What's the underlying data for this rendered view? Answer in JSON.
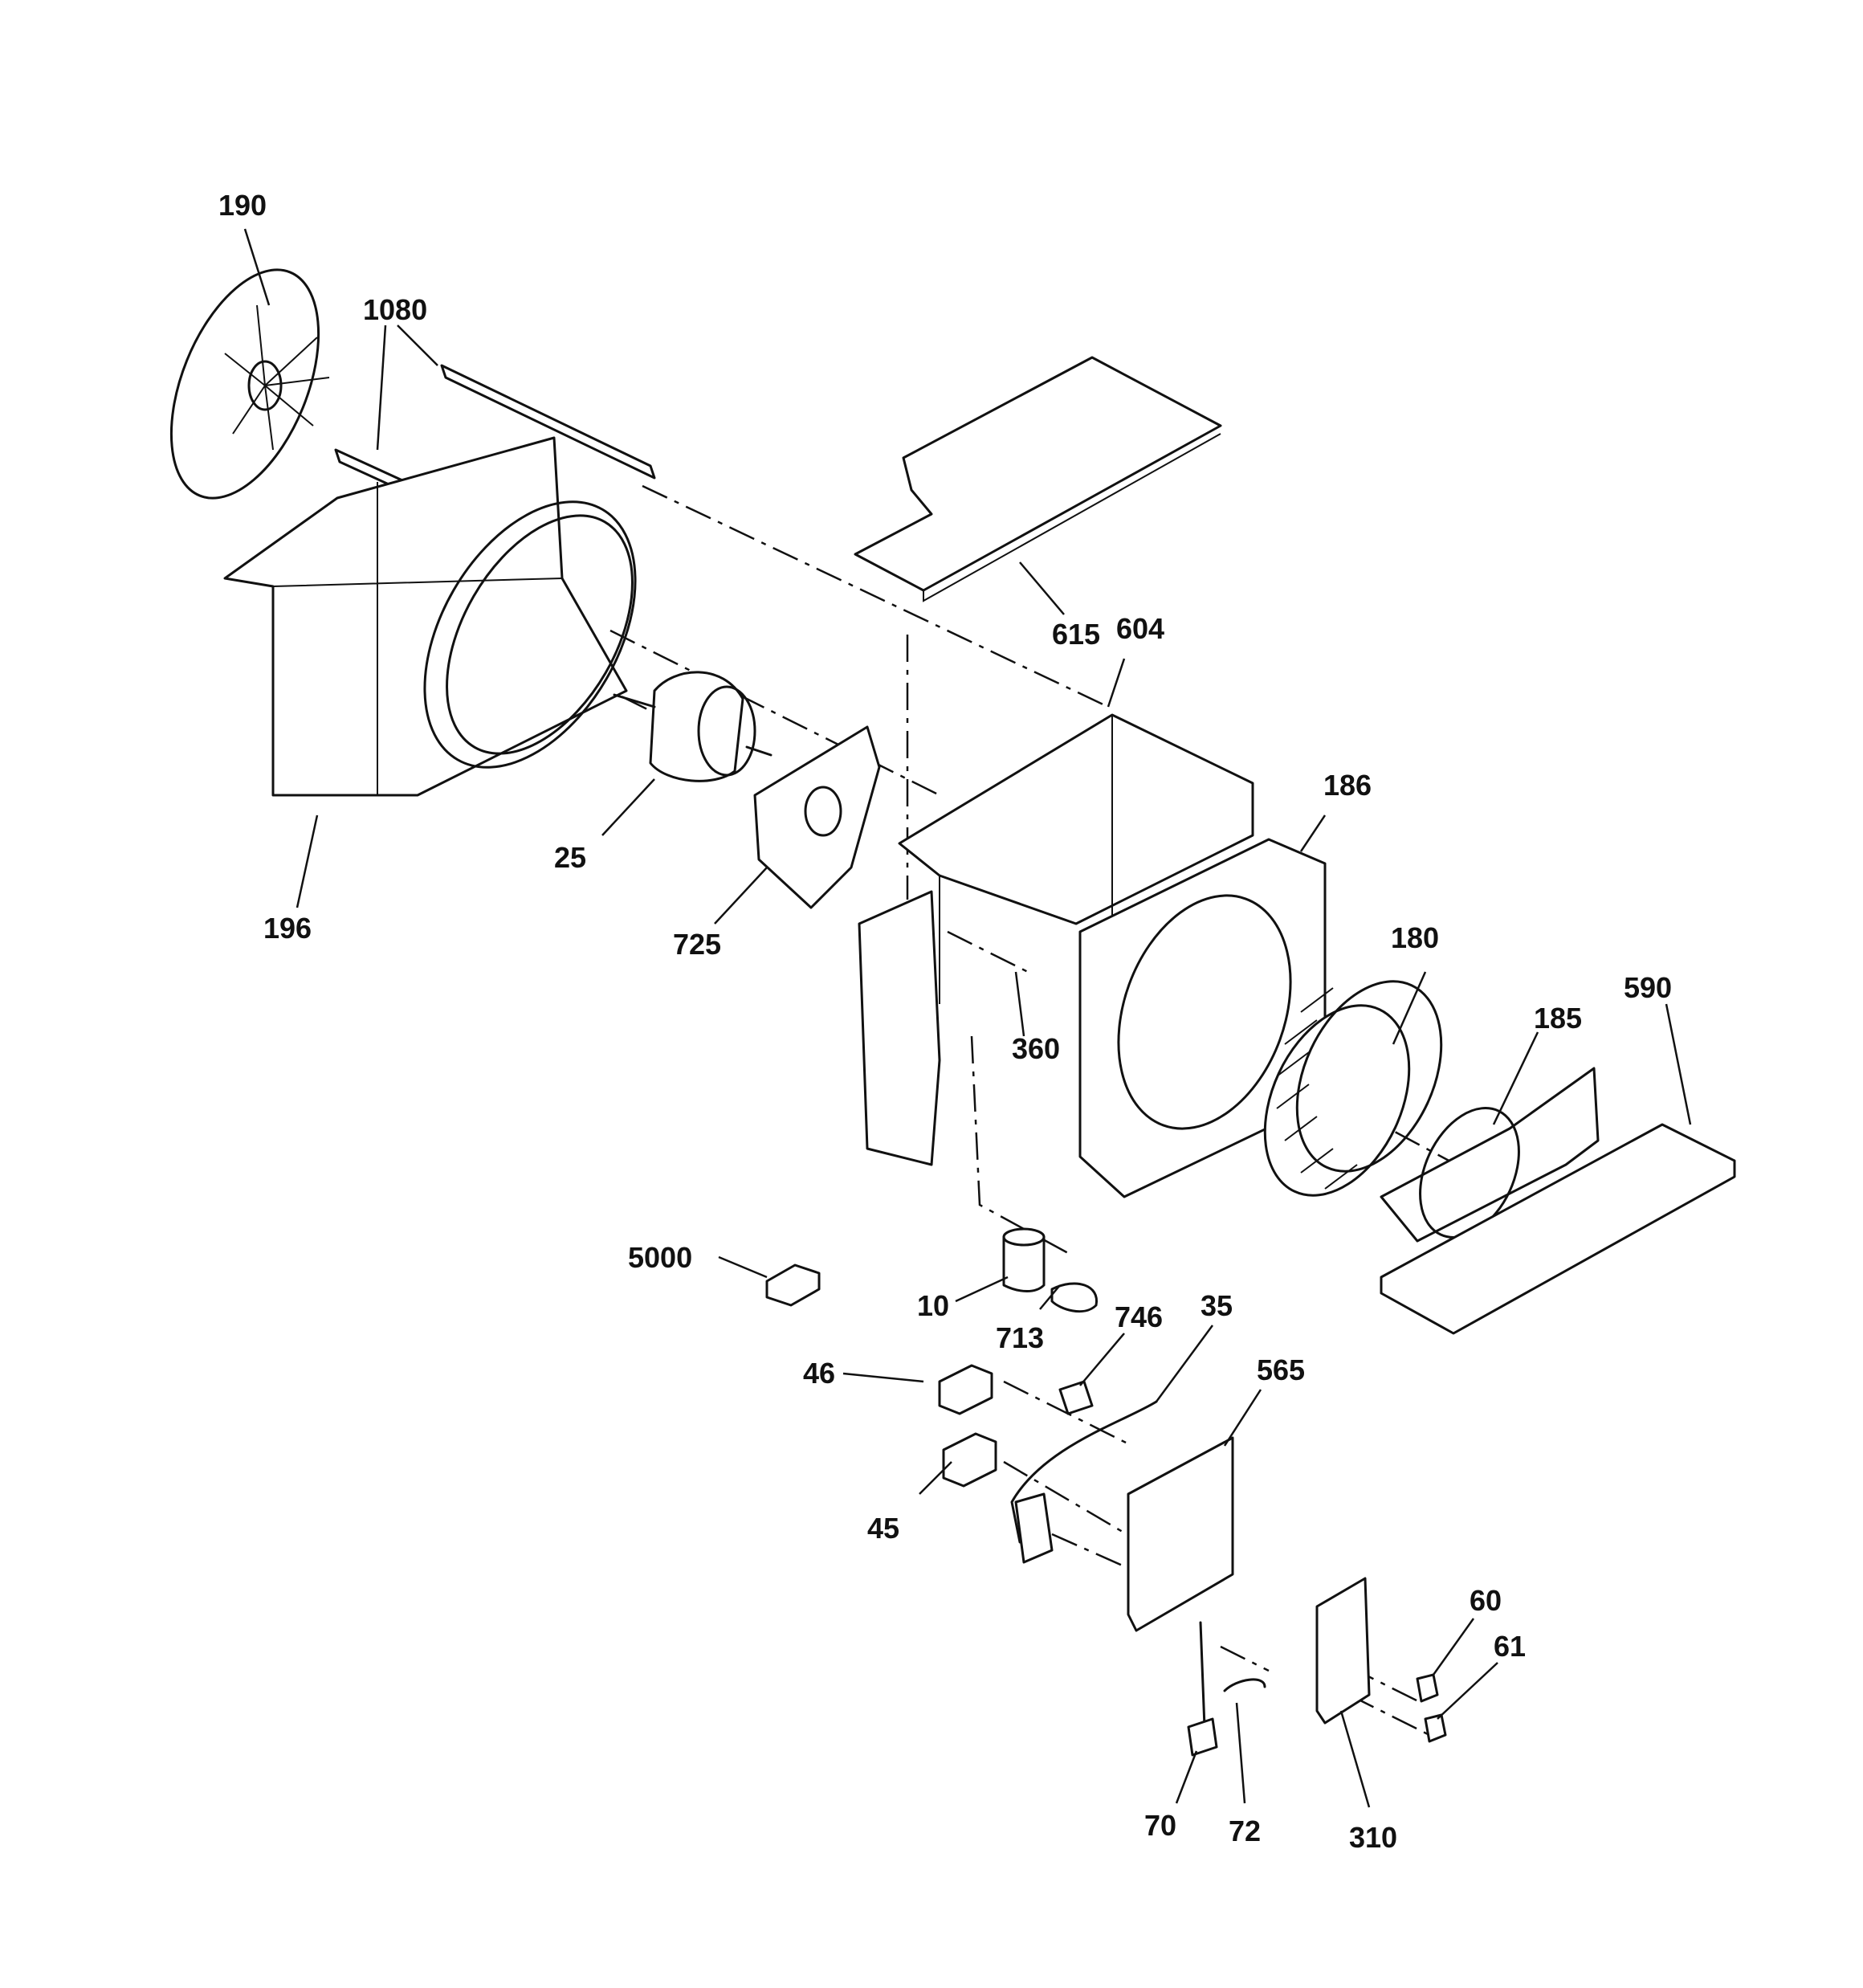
{
  "callouts": {
    "c190": "190",
    "c1080": "1080",
    "c615": "615",
    "c604": "604",
    "c186": "186",
    "c25": "25",
    "c196": "196",
    "c725": "725",
    "c180": "180",
    "c590": "590",
    "c185": "185",
    "c360": "360",
    "c5000": "5000",
    "c10": "10",
    "c713": "713",
    "c746": "746",
    "c35": "35",
    "c565": "565",
    "c46": "46",
    "c45": "45",
    "c60": "60",
    "c61": "61",
    "c70": "70",
    "c72": "72",
    "c310": "310"
  }
}
